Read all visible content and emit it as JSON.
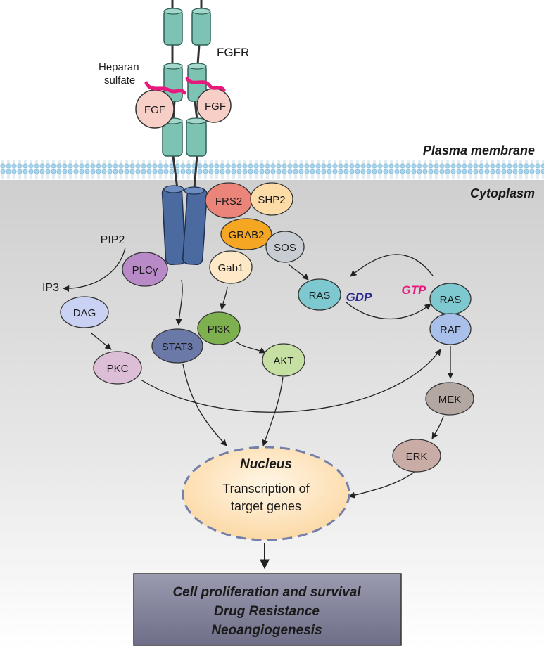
{
  "receptor": {
    "name": "FGFR",
    "ligand_left": "FGF",
    "ligand_right": "FGF",
    "heparan_line1": "Heparan",
    "heparan_line2": "sulfate"
  },
  "regions": {
    "membrane": "Plasma membrane",
    "cytoplasm": "Cytoplasm"
  },
  "nodes": {
    "frs2": "FRS2",
    "shp2": "SHP2",
    "grab2": "GRAB2",
    "sos": "SOS",
    "gab1": "Gab1",
    "plcg": "PLCγ",
    "pip2": "PIP2",
    "ip3": "IP3",
    "dag": "DAG",
    "pkc": "PKC",
    "stat3": "STAT3",
    "pi3k": "PI3K",
    "akt": "AKT",
    "ras_gdp": "RAS",
    "gdp": "GDP",
    "gtp": "GTP",
    "ras_gtp": "RAS",
    "raf": "RAF",
    "mek": "MEK",
    "erk": "ERK"
  },
  "nucleus": {
    "title": "Nucleus",
    "line1": "Transcription of",
    "line2": "target genes"
  },
  "outcome": {
    "line1": "Cell proliferation and survival",
    "line2": "Drug Resistance",
    "line3": "Neoangiogenesis"
  },
  "colors": {
    "receptor_teal": "#7cc3b4",
    "receptor_blue": "#4a6aa0",
    "heparan": "#e8197d",
    "gtp": "#e8197d",
    "gdp": "#2b2b8f",
    "cytoplasm": "#d9d9d9",
    "membrane": "#a8d4ec",
    "outcome_box": "#7a7a96"
  }
}
